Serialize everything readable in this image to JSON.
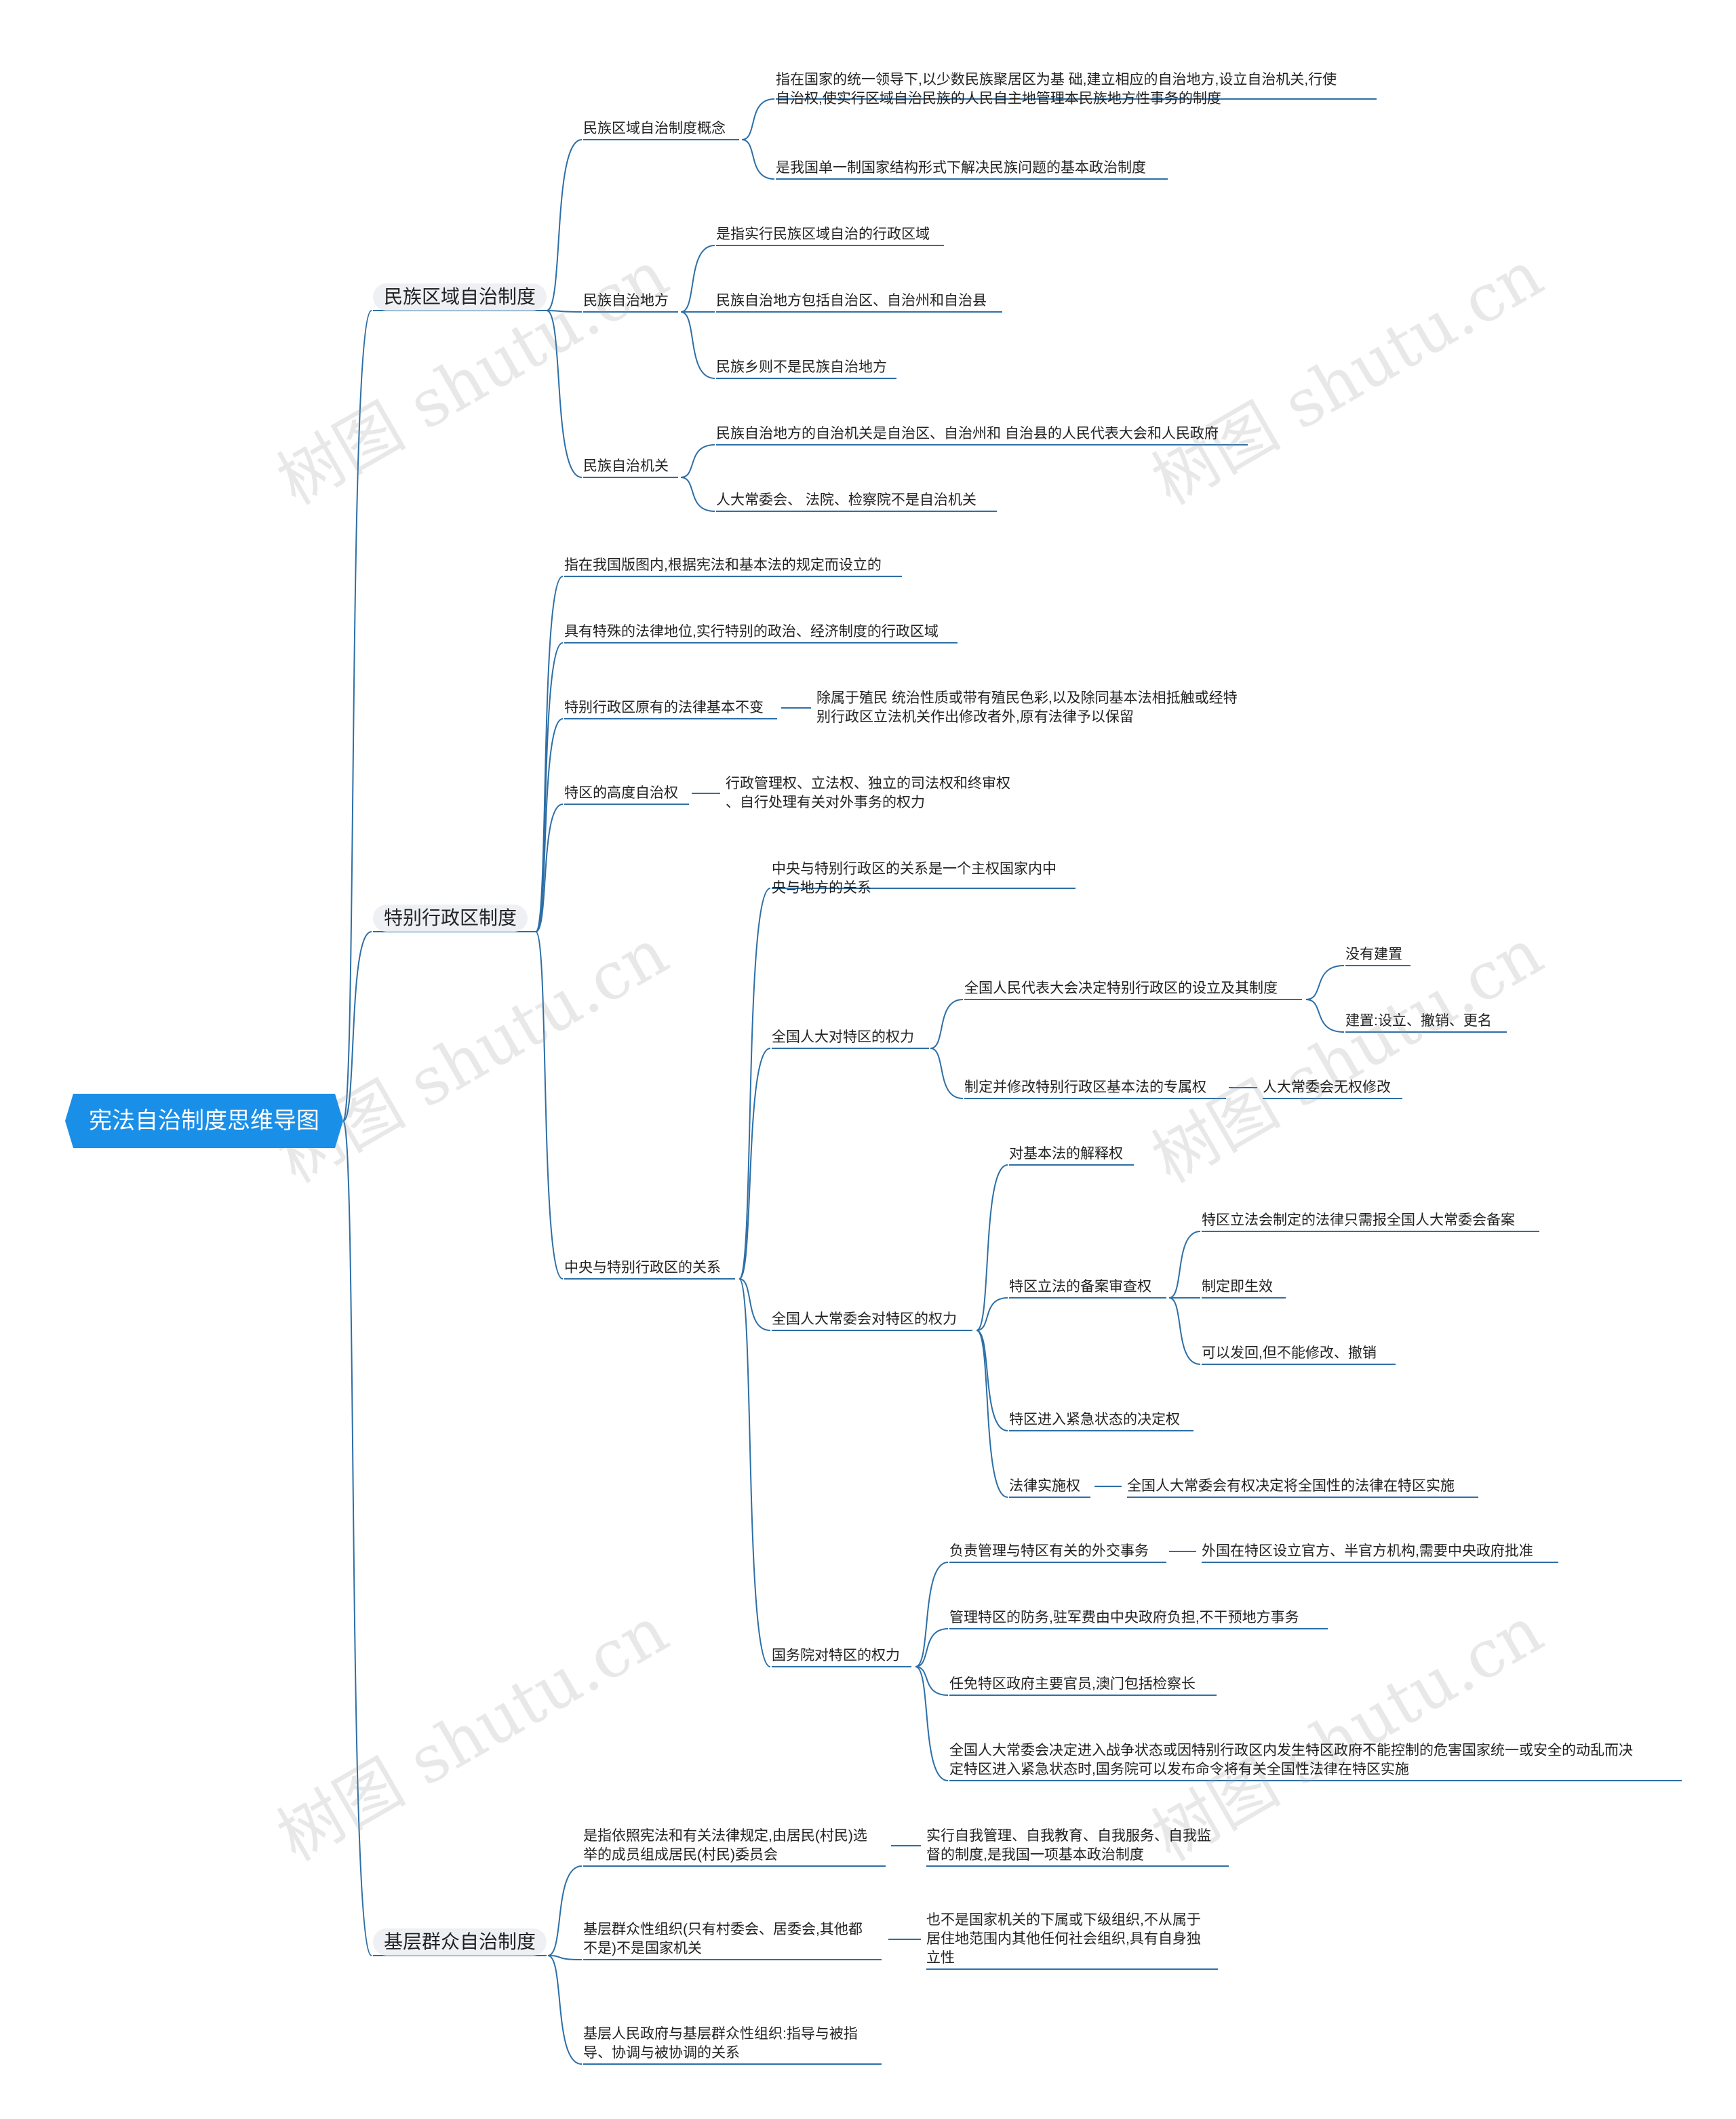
{
  "root": {
    "label": "宪法自治制度思维导图",
    "color": "#1a8fe8"
  },
  "branches": {
    "ethnic": {
      "label": "民族区域自治制度",
      "concept": {
        "label": "民族区域自治制度概念",
        "def_line1": "指在国家的统一领导下,以少数民族聚居区为基  础,建立相应的自治地方,设立自治机关,行使",
        "def_line2": "自治权,使实行区域自治民族的人民自主地管理本民族地方性事务的制度",
        "basic": "是我国单一制国家结构形式下解决民族问题的基本政治制度"
      },
      "places": {
        "label": "民族自治地方",
        "item1": "是指实行民族区域自治的行政区域",
        "item2": "民族自治地方包括自治区、自治州和自治县",
        "item3": "民族乡则不是民族自治地方"
      },
      "organs": {
        "label": "民族自治机关",
        "item1": "民族自治地方的自治机关是自治区、自治州和 自治县的人民代表大会和人民政府",
        "item2": "人大常委会、  法院、检察院不是自治机关"
      }
    },
    "sar": {
      "label": "特别行政区制度",
      "def1": "指在我国版图内,根据宪法和基本法的规定而设立的",
      "def2": "具有特殊的法律地位,实行特别的政治、经济制度的行政区域",
      "laws": {
        "label": "特别行政区原有的法律基本不变",
        "note_line1": "除属于殖民 统治性质或带有殖民色彩,以及除同基本法相抵触或经特",
        "note_line2": "别行政区立法机关作出修改者外,原有法律予以保留"
      },
      "autonomy": {
        "label": "特区的高度自治权",
        "note_line1": "行政管理权、立法权、独立的司法权和终审权",
        "note_line2": "、自行处理有关对外事务的权力"
      },
      "relation": {
        "label": "中央与特别行政区的关系",
        "nature_line1": "中央与特别行政区的关系是一个主权国家内中",
        "nature_line2": "央与地方的关系",
        "npc": {
          "label": "全国人大对特区的权力",
          "establish": "全国人民代表大会决定特别行政区的设立及其制度",
          "no_est": "没有建置",
          "est": "建置:设立、撤销、更名",
          "amend": "制定并修改特别行政区基本法的专属权",
          "amend_note": "人大常委会无权修改"
        },
        "npcsc": {
          "label": "全国人大常委会对特区的权力",
          "interpret": "对基本法的解释权",
          "review": "特区立法的备案审查权",
          "review1": "特区立法会制定的法律只需报全国人大常委会备案",
          "review2": "制定即生效",
          "review3": "可以发回,但不能修改、撤销",
          "emergency": "特区进入紧急状态的决定权",
          "apply": "法律实施权",
          "apply_note": "全国人大常委会有权决定将全国性的法律在特区实施"
        },
        "state_council": {
          "label": "国务院对特区的权力",
          "foreign": "负责管理与特区有关的外交事务",
          "foreign_note": "外国在特区设立官方、半官方机构,需要中央政府批准",
          "defense": "管理特区的防务,驻军费由中央政府负担,不干预地方事务",
          "appoint": "任免特区政府主要官员,澳门包括检察长",
          "emg_line1": "全国人大常委会决定进入战争状态或因特别行政区内发生特区政府不能控制的危害国家统一或安全的动乱而决",
          "emg_line2": "定特区进入紧急状态时,国务院可以发布命令将有关全国性法律在特区实施"
        }
      }
    },
    "grassroots": {
      "label": "基层群众自治制度",
      "def_line1": "是指依照宪法和有关法律规定,由居民(村民)选",
      "def_line2": "举的成员组成居民(村民)委员会",
      "def_note_line1": "实行自我管理、自我教育、自我服务、自我监",
      "def_note_line2": "督的制度,是我国一项基本政治制度",
      "org_line1": "基层群众性组织(只有村委会、居委会,其他都",
      "org_line2": "不是)不是国家机关",
      "org_note_line1": "也不是国家机关的下属或下级组织,不从属于",
      "org_note_line2": "居住地范围内其他任何社会组织,具有自身独",
      "org_note_line3": "立性",
      "rel_line1": "基层人民政府与基层群众性组织:指导与被指",
      "rel_line2": "导、协调与被协调的关系"
    }
  },
  "watermark": "树图 shutu.cn",
  "line_color": "#2d6fa6"
}
